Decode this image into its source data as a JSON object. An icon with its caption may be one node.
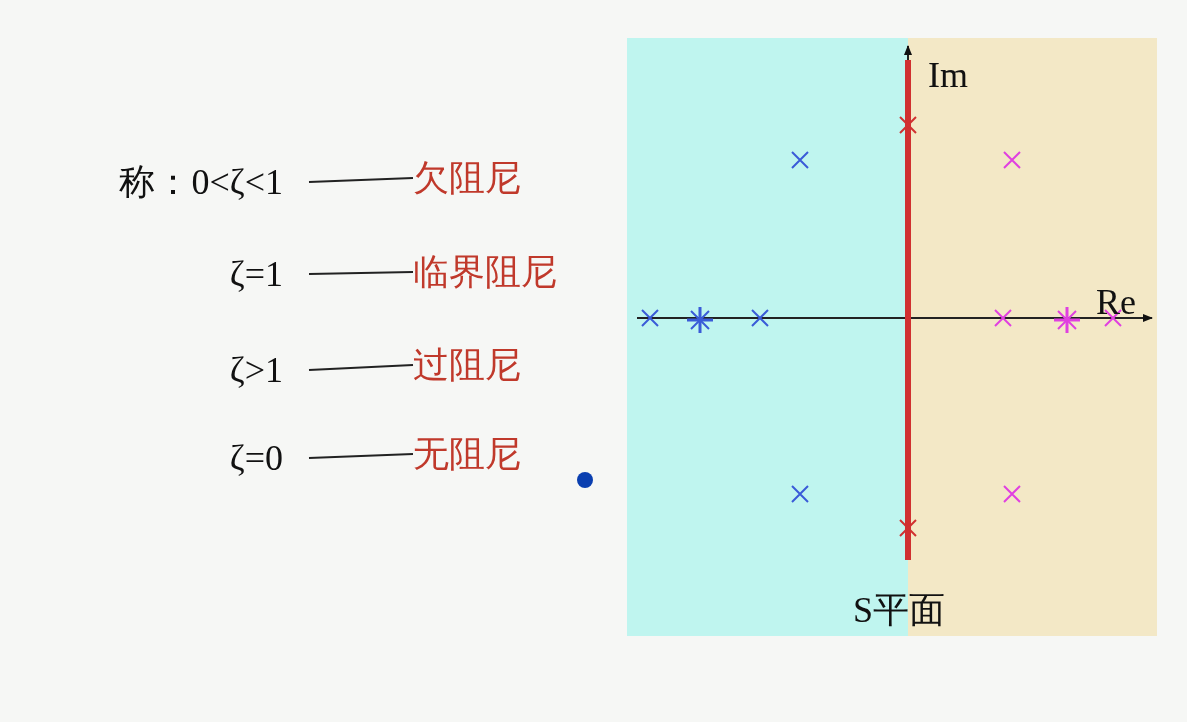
{
  "diagram": {
    "nodes": [
      {
        "text": [
          "称：0<ζ<1"
        ]
      },
      {
        "text": [
          "欠阻尼"
        ]
      },
      {
        "text": [
          "ζ=1"
        ]
      },
      {
        "text": [
          "临界阻尼"
        ]
      },
      {
        "text": [
          "ζ>1"
        ]
      },
      {
        "text": [
          "过阻尼"
        ]
      },
      {
        "text": [
          "ζ=0"
        ]
      },
      {
        "text": [
          "无阻尼"
        ]
      }
    ],
    "edges": [
      {
        "from": 0,
        "to": 1,
        "arrow": "none"
      },
      {
        "from": 2,
        "to": 3,
        "arrow": "none"
      },
      {
        "from": 4,
        "to": 5,
        "arrow": "none"
      },
      {
        "from": 6,
        "to": 7,
        "arrow": "none"
      }
    ],
    "labels": [
      "Im",
      "Re",
      "S平面"
    ]
  }
}
